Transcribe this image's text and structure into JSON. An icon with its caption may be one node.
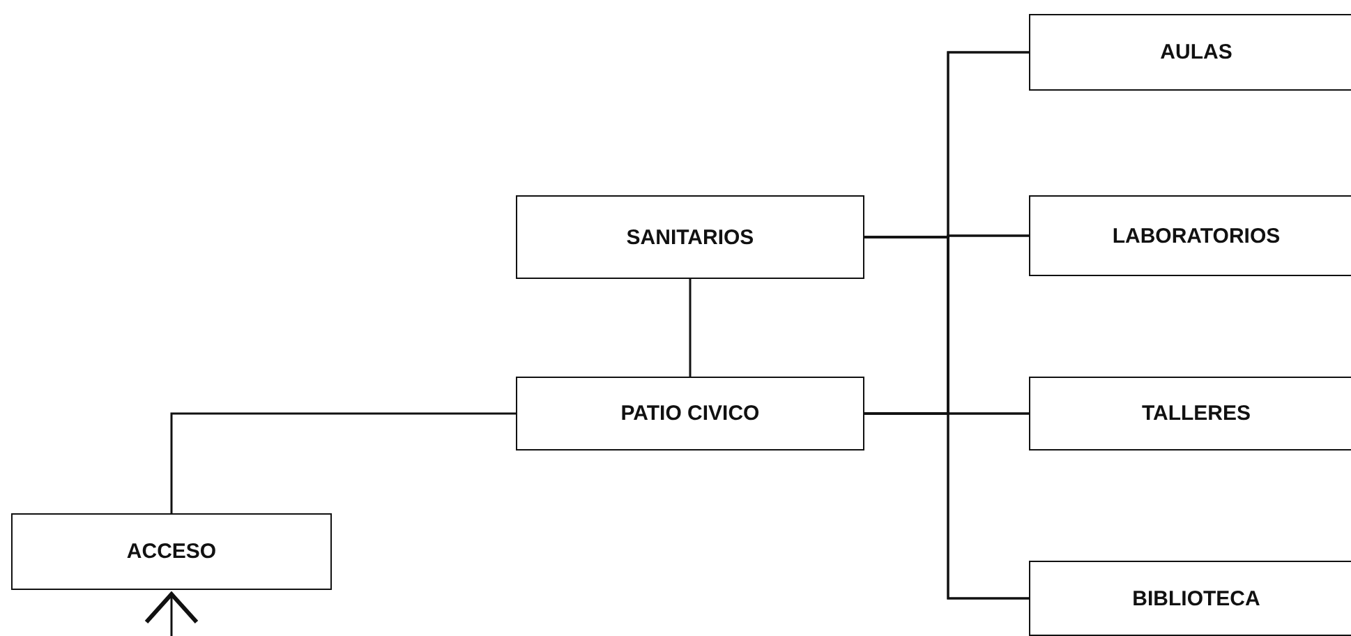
{
  "diagram": {
    "nodes": [
      {
        "text": [
          "AULAS"
        ]
      },
      {
        "text": [
          "SANITARIOS"
        ]
      },
      {
        "text": [
          "LABORATORIOS"
        ]
      },
      {
        "text": [
          "PATIO CIVICO"
        ]
      },
      {
        "text": [
          "TALLERES"
        ]
      },
      {
        "text": [
          "ACCESO"
        ]
      },
      {
        "text": [
          "BIBLIOTECA"
        ]
      }
    ],
    "edges": [
      {
        "from": 1,
        "to": 0,
        "arrow": "none"
      },
      {
        "from": 1,
        "to": 2,
        "arrow": "none"
      },
      {
        "from": 1,
        "to": 4,
        "arrow": "none"
      },
      {
        "from": 1,
        "to": 6,
        "arrow": "none"
      },
      {
        "from": 3,
        "to": 0,
        "arrow": "none"
      },
      {
        "from": 3,
        "to": 2,
        "arrow": "none"
      },
      {
        "from": 3,
        "to": 4,
        "arrow": "none"
      },
      {
        "from": 3,
        "to": 6,
        "arrow": "none"
      },
      {
        "from": 1,
        "to": 3,
        "arrow": "none"
      },
      {
        "from": 3,
        "to": 5,
        "arrow": "none"
      },
      {
        "from": null,
        "to": 5,
        "arrow": "to"
      }
    ]
  }
}
